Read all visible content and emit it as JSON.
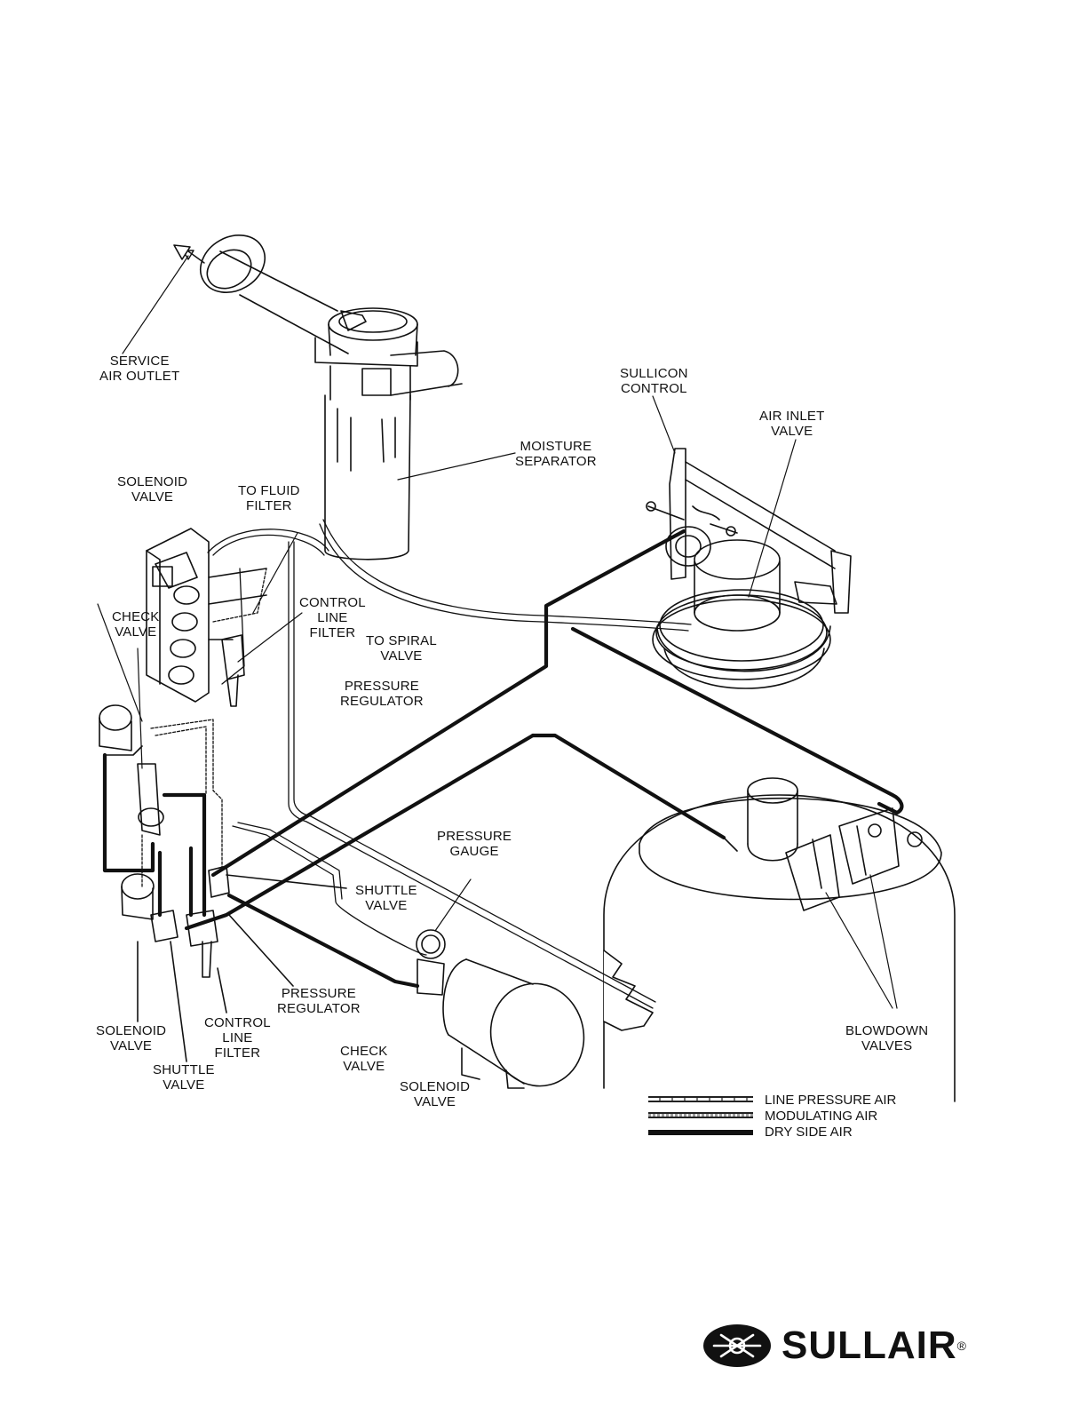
{
  "labels": {
    "service_air_outlet": [
      "SERVICE",
      "AIR OUTLET"
    ],
    "moisture_separator": [
      "MOISTURE",
      "SEPARATOR"
    ],
    "sullicon_control": [
      "SULLICON",
      "CONTROL"
    ],
    "air_inlet_valve": [
      "AIR INLET",
      "VALVE"
    ],
    "solenoid_valve_top": [
      "SOLENOID",
      "VALVE"
    ],
    "to_fluid_filter": [
      "TO FLUID",
      "FILTER"
    ],
    "check_valve_left": [
      "CHECK",
      "VALVE"
    ],
    "control_line_filter_top": [
      "CONTROL",
      "LINE",
      "FILTER"
    ],
    "to_spiral_valve": [
      "TO SPIRAL",
      "VALVE"
    ],
    "pressure_regulator_top": [
      "PRESSURE",
      "REGULATOR"
    ],
    "pressure_gauge": [
      "PRESSURE",
      "GAUGE"
    ],
    "shuttle_valve_mid": [
      "SHUTTLE",
      "VALVE"
    ],
    "pressure_regulator_bottom": [
      "PRESSURE",
      "REGULATOR"
    ],
    "solenoid_valve_bottom_left": [
      "SOLENOID",
      "VALVE"
    ],
    "control_line_filter_bottom": [
      "CONTROL",
      "LINE",
      "FILTER"
    ],
    "shuttle_valve_bottom": [
      "SHUTTLE",
      "VALVE"
    ],
    "check_valve_bottom": [
      "CHECK",
      "VALVE"
    ],
    "solenoid_valve_bottom": [
      "SOLENOID",
      "VALVE"
    ],
    "blowdown_valves": [
      "BLOWDOWN",
      "VALVES"
    ]
  },
  "legend": [
    {
      "label": "LINE PRESSURE AIR",
      "style": "line"
    },
    {
      "label": "MODULATING AIR",
      "style": "mod"
    },
    {
      "label": "DRY SIDE AIR",
      "style": "dry"
    }
  ],
  "logo": {
    "text": "SULLAIR",
    "mark": "®"
  },
  "colors": {
    "ink": "#111111",
    "paper": "#ffffff"
  }
}
